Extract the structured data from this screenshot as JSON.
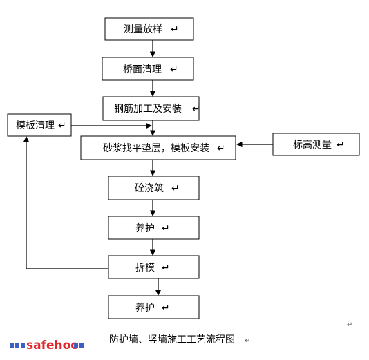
{
  "steps": {
    "s1": "测量放样",
    "s2": "桥面清理",
    "s3": "钢筋加工及安装",
    "s4": "砂浆找平垫层，模板安装",
    "s5": "砼浇筑",
    "s6": "养护",
    "s7": "拆模",
    "s8": "养护",
    "side_left": "模板清理",
    "side_right": "标高测量"
  },
  "para_mark": "↵",
  "caption": "防护墙、竖墙施工工艺流程图",
  "watermark": {
    "text": "safehoo",
    "color_text": "#e0262b",
    "color_blocks": "#3b5fc4"
  }
}
